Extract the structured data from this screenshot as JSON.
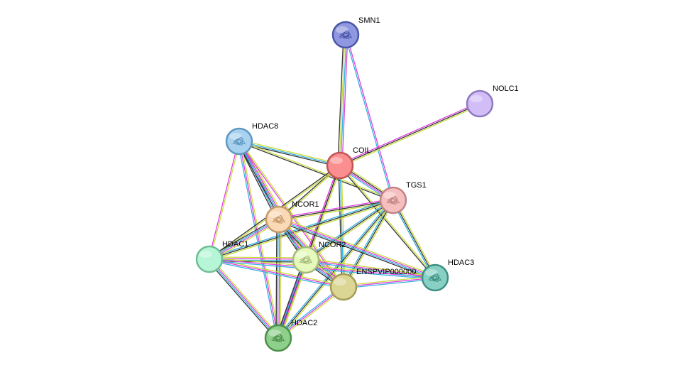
{
  "network": {
    "nodes": [
      {
        "id": "SMN1",
        "label": "SMN1",
        "color": "#8f97e0",
        "stroke": "#4a57a8",
        "glyph": "protein-structure-icon"
      },
      {
        "id": "NOLC1",
        "label": "NOLC1",
        "color": "#d2bdf7",
        "stroke": "#8e78c0",
        "glyph": ""
      },
      {
        "id": "HDAC8",
        "label": "HDAC8",
        "color": "#a8d1ef",
        "stroke": "#5e98c0",
        "glyph": "protein-structure-icon"
      },
      {
        "id": "COIL",
        "label": "COIL",
        "color": "#fb8f8f",
        "stroke": "#c15454",
        "glyph": ""
      },
      {
        "id": "TGS1",
        "label": "TGS1",
        "color": "#f6bfbf",
        "stroke": "#c18484",
        "glyph": "protein-structure-icon"
      },
      {
        "id": "NCOR1",
        "label": "NCOR1",
        "color": "#fad9b6",
        "stroke": "#c49a6b",
        "glyph": "protein-structure-icon"
      },
      {
        "id": "HDAC1",
        "label": "HDAC1",
        "color": "#b6f6d6",
        "stroke": "#6fbd96",
        "glyph": ""
      },
      {
        "id": "NCOR2",
        "label": "NCOR2",
        "color": "#e6f9bd",
        "stroke": "#a3ba7a",
        "glyph": "protein-structure-icon"
      },
      {
        "id": "ENSPVIP000000",
        "label": "ENSPVIP000000",
        "color": "#dcd694",
        "stroke": "#a39c54",
        "glyph": ""
      },
      {
        "id": "HDAC3",
        "label": "HDAC3",
        "color": "#88d0c4",
        "stroke": "#3f8f83",
        "glyph": "protein-structure-icon"
      },
      {
        "id": "HDAC2",
        "label": "HDAC2",
        "color": "#8fcf8c",
        "stroke": "#4d904a",
        "glyph": "protein-structure-icon"
      }
    ],
    "edges": [
      {
        "source": "SMN1",
        "target": "COIL",
        "colors": [
          "#e040e0",
          "#34b1e0",
          "#c8dc3a",
          "#333333"
        ]
      },
      {
        "source": "SMN1",
        "target": "TGS1",
        "colors": [
          "#e040e0",
          "#34b1e0"
        ]
      },
      {
        "source": "NOLC1",
        "target": "COIL",
        "colors": [
          "#c8dc3a",
          "#333333",
          "#e040e0"
        ]
      },
      {
        "source": "HDAC8",
        "target": "COIL",
        "colors": [
          "#c8dc3a",
          "#34b1e0",
          "#333333"
        ]
      },
      {
        "source": "HDAC8",
        "target": "TGS1",
        "colors": [
          "#c8dc3a",
          "#333333"
        ]
      },
      {
        "source": "HDAC8",
        "target": "NCOR1",
        "colors": [
          "#c8dc3a",
          "#e040e0",
          "#34b1e0",
          "#333333"
        ]
      },
      {
        "source": "HDAC8",
        "target": "NCOR2",
        "colors": [
          "#c8dc3a",
          "#e040e0",
          "#34b1e0",
          "#333333"
        ]
      },
      {
        "source": "HDAC8",
        "target": "HDAC2",
        "colors": [
          "#c8dc3a",
          "#e040e0",
          "#34b1e0"
        ]
      },
      {
        "source": "HDAC8",
        "target": "ENSPVIP000000",
        "colors": [
          "#c8dc3a",
          "#e040e0"
        ]
      },
      {
        "source": "COIL",
        "target": "TGS1",
        "colors": [
          "#c8dc3a",
          "#333333",
          "#e040e0",
          "#34b1e0"
        ]
      },
      {
        "source": "COIL",
        "target": "NCOR1",
        "colors": [
          "#c8dc3a",
          "#333333"
        ]
      },
      {
        "source": "COIL",
        "target": "HDAC1",
        "colors": [
          "#c8dc3a",
          "#333333"
        ]
      },
      {
        "source": "COIL",
        "target": "NCOR2",
        "colors": [
          "#c8dc3a",
          "#333333",
          "#e040e0"
        ]
      },
      {
        "source": "COIL",
        "target": "ENSPVIP000000",
        "colors": [
          "#c8dc3a",
          "#34b1e0",
          "#333333"
        ]
      },
      {
        "source": "COIL",
        "target": "HDAC3",
        "colors": [
          "#c8dc3a",
          "#333333"
        ]
      },
      {
        "source": "COIL",
        "target": "HDAC2",
        "colors": [
          "#c8dc3a",
          "#333333",
          "#e040e0"
        ]
      },
      {
        "source": "TGS1",
        "target": "NCOR1",
        "colors": [
          "#c8dc3a",
          "#333333",
          "#e040e0"
        ]
      },
      {
        "source": "TGS1",
        "target": "HDAC1",
        "colors": [
          "#c8dc3a",
          "#333333",
          "#34b1e0"
        ]
      },
      {
        "source": "TGS1",
        "target": "NCOR2",
        "colors": [
          "#c8dc3a",
          "#333333",
          "#34b1e0"
        ]
      },
      {
        "source": "TGS1",
        "target": "ENSPVIP000000",
        "colors": [
          "#c8dc3a",
          "#333333",
          "#34b1e0"
        ]
      },
      {
        "source": "TGS1",
        "target": "HDAC3",
        "colors": [
          "#c8dc3a",
          "#333333",
          "#34b1e0"
        ]
      },
      {
        "source": "TGS1",
        "target": "HDAC2",
        "colors": [
          "#c8dc3a",
          "#333333",
          "#34b1e0"
        ]
      },
      {
        "source": "NCOR1",
        "target": "HDAC1",
        "colors": [
          "#c8dc3a",
          "#e040e0",
          "#34b1e0",
          "#333333"
        ]
      },
      {
        "source": "NCOR1",
        "target": "NCOR2",
        "colors": [
          "#c8dc3a",
          "#e040e0",
          "#34b1e0",
          "#333333"
        ]
      },
      {
        "source": "NCOR1",
        "target": "ENSPVIP000000",
        "colors": [
          "#c8dc3a",
          "#e040e0",
          "#34b1e0",
          "#333333"
        ]
      },
      {
        "source": "NCOR1",
        "target": "HDAC3",
        "colors": [
          "#c8dc3a",
          "#e040e0",
          "#34b1e0",
          "#333333"
        ]
      },
      {
        "source": "NCOR1",
        "target": "HDAC2",
        "colors": [
          "#c8dc3a",
          "#e040e0",
          "#34b1e0",
          "#333333"
        ]
      },
      {
        "source": "HDAC1",
        "target": "NCOR2",
        "colors": [
          "#c8dc3a",
          "#e040e0",
          "#34b1e0",
          "#333333"
        ]
      },
      {
        "source": "HDAC1",
        "target": "ENSPVIP000000",
        "colors": [
          "#c8dc3a",
          "#e040e0",
          "#34b1e0"
        ]
      },
      {
        "source": "HDAC1",
        "target": "HDAC3",
        "colors": [
          "#c8dc3a",
          "#e040e0",
          "#34b1e0"
        ]
      },
      {
        "source": "HDAC1",
        "target": "HDAC2",
        "colors": [
          "#c8dc3a",
          "#e040e0",
          "#34b1e0",
          "#333333"
        ]
      },
      {
        "source": "NCOR2",
        "target": "ENSPVIP000000",
        "colors": [
          "#c8dc3a",
          "#e040e0",
          "#34b1e0",
          "#333333"
        ]
      },
      {
        "source": "NCOR2",
        "target": "HDAC3",
        "colors": [
          "#c8dc3a",
          "#e040e0",
          "#34b1e0"
        ]
      },
      {
        "source": "NCOR2",
        "target": "HDAC2",
        "colors": [
          "#c8dc3a",
          "#e040e0",
          "#34b1e0",
          "#333333"
        ]
      },
      {
        "source": "ENSPVIP000000",
        "target": "HDAC3",
        "colors": [
          "#c8dc3a",
          "#e040e0",
          "#34b1e0"
        ]
      },
      {
        "source": "ENSPVIP000000",
        "target": "HDAC2",
        "colors": [
          "#c8dc3a",
          "#e040e0",
          "#34b1e0"
        ]
      },
      {
        "source": "HDAC8",
        "target": "HDAC1",
        "colors": [
          "#c8dc3a",
          "#e040e0"
        ]
      }
    ]
  }
}
